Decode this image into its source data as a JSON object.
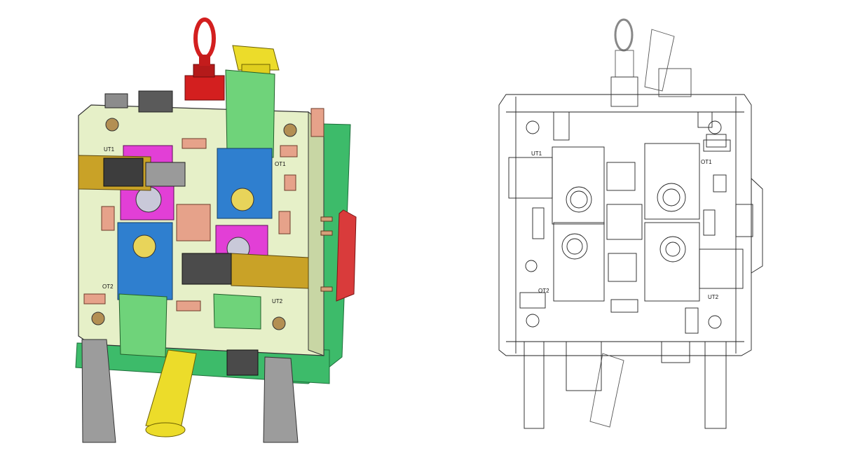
{
  "colors": {
    "plate_light": "#e6f0c8",
    "plate_green": "#3dbb6a",
    "pink": "#e23fd6",
    "blue": "#2f7fcf",
    "gold": "#c9a227",
    "yellow": "#ecdc2a",
    "red_handle": "#d31f1f",
    "salmon": "#e6a28a",
    "grey": "#8c8c8c",
    "green_part": "#6fd37a",
    "outline": "#222222"
  },
  "left_view": {
    "labels": {
      "ut1": "UT1",
      "ot1": "OT1",
      "ot2": "OT2",
      "ut2": "UT2"
    },
    "icons": [
      "lifting-eye-icon",
      "hydraulic-cylinder-icon",
      "nozzle-icon"
    ]
  },
  "right_view": {
    "labels": {
      "ut1": "UT1",
      "ot1": "OT1",
      "ot2": "OT2",
      "ut2": "UT2"
    }
  }
}
